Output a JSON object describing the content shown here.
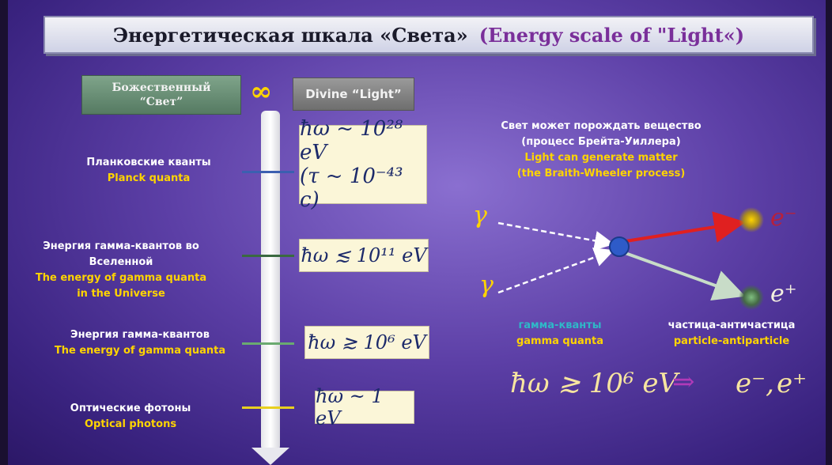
{
  "title": {
    "ru": "Энергетическая шкала «Света»",
    "en": "(Energy scale of \"Light«)"
  },
  "divine": {
    "ru_line1": "Божественный",
    "ru_line2": "“Свет”",
    "symbol": "∞",
    "en": "Divine “Light”"
  },
  "levels": [
    {
      "ru": "Планковские кванты",
      "en": "Planck quanta",
      "formula_line1": "ħω ~ 10²⁸ eV",
      "formula_line2": "(τ ~ 10⁻⁴³ c)",
      "tick_color": "#3b5fb0"
    },
    {
      "ru_line1": "Энергия гамма-квантов во",
      "ru_line2": "Вселенной",
      "en_line1": "The energy of gamma quanta",
      "en_line2": "in the Universe",
      "formula": "ħω ≲ 10¹¹ eV",
      "tick_color": "#3a6a40"
    },
    {
      "ru": "Энергия гамма-квантов",
      "en": "The energy of gamma quanta",
      "formula": "ħω ≳ 10⁶ eV",
      "tick_color": "#6aaa70"
    },
    {
      "ru": "Оптические фотоны",
      "en": "Optical photons",
      "formula": "ħω ~ 1 eV",
      "tick_color": "#e8d020"
    }
  ],
  "right": {
    "ru_line1": "Свет может порождать вещество",
    "ru_line2": "(процесс Брейта-Уиллера)",
    "en_line1": "Light can generate matter",
    "en_line2": "(the Braith-Wheeler process)",
    "gamma_symbol": "γ",
    "electron": "e⁻",
    "positron": "e⁺",
    "gamma_ru": "гамма-кванты",
    "gamma_en": "gamma quanta",
    "pair_ru": "частица-античастица",
    "pair_en": "particle-antiparticle",
    "formula_left": "ħω ≳ 10⁶ eV",
    "arrow": "⇒",
    "formula_e_minus": "e⁻,",
    "formula_e_plus": "e⁺"
  }
}
